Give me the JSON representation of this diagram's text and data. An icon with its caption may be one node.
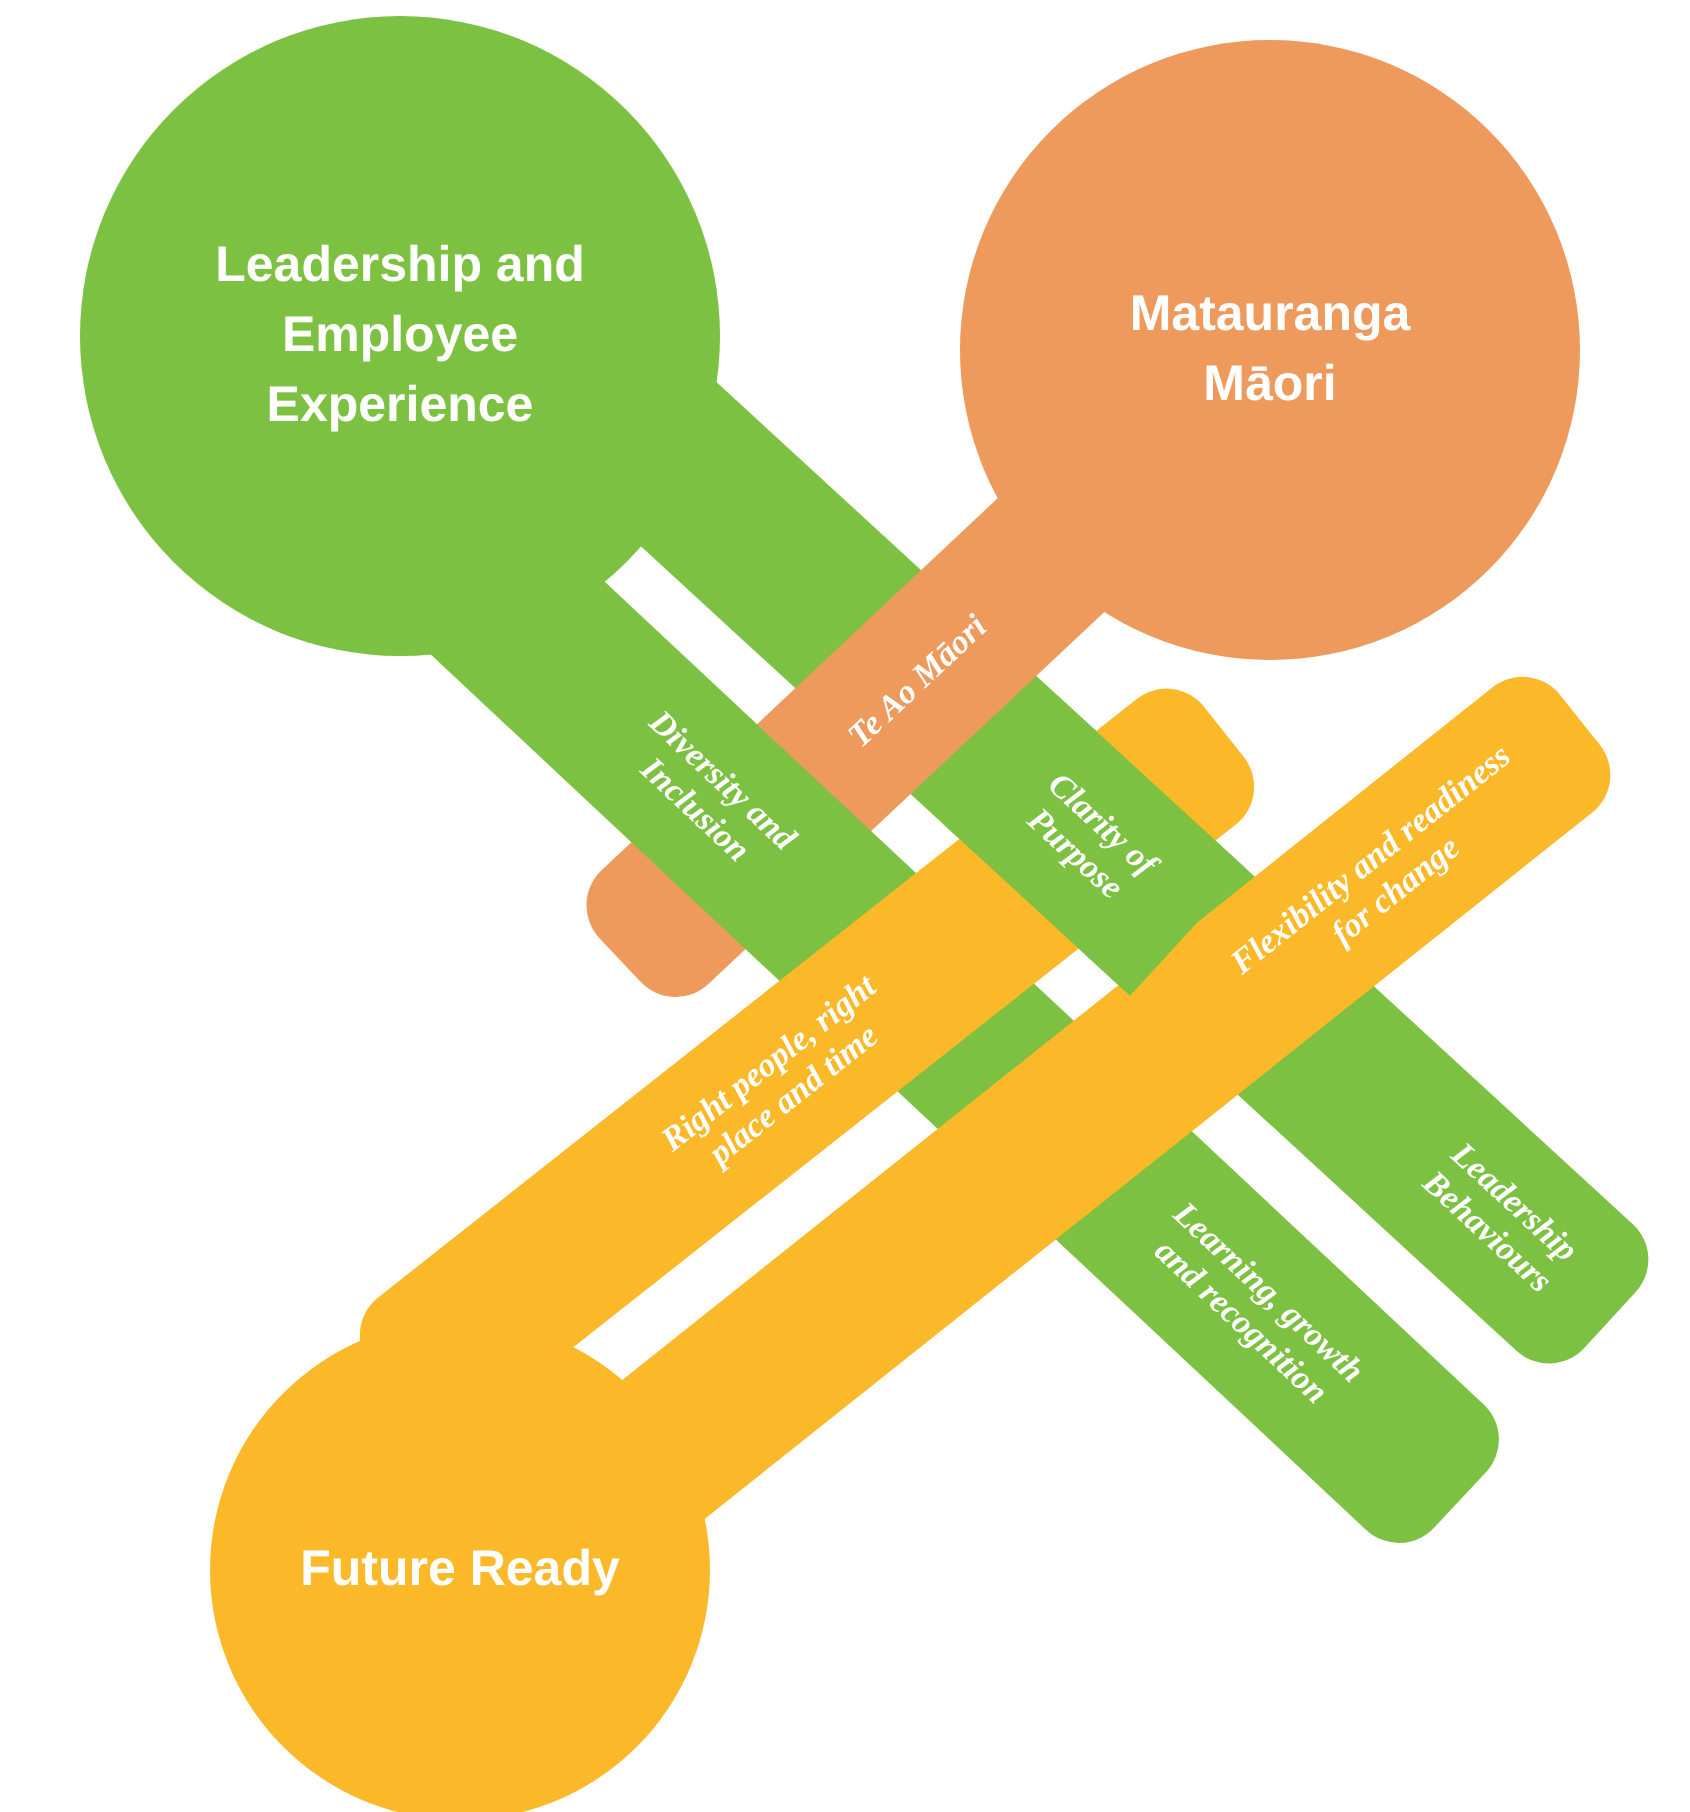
{
  "diagram": {
    "labels": [
      "Leadership and Employee Experience",
      "Matauranga Māori",
      "Te Ao Māori",
      "Diversity and Inclusion",
      "Clarity of Purpose",
      "Right people, right place and time",
      "Flexibility and readiness for change",
      "Learning, growth and recognition",
      "Leadership Behaviours",
      "Future Ready"
    ]
  }
}
